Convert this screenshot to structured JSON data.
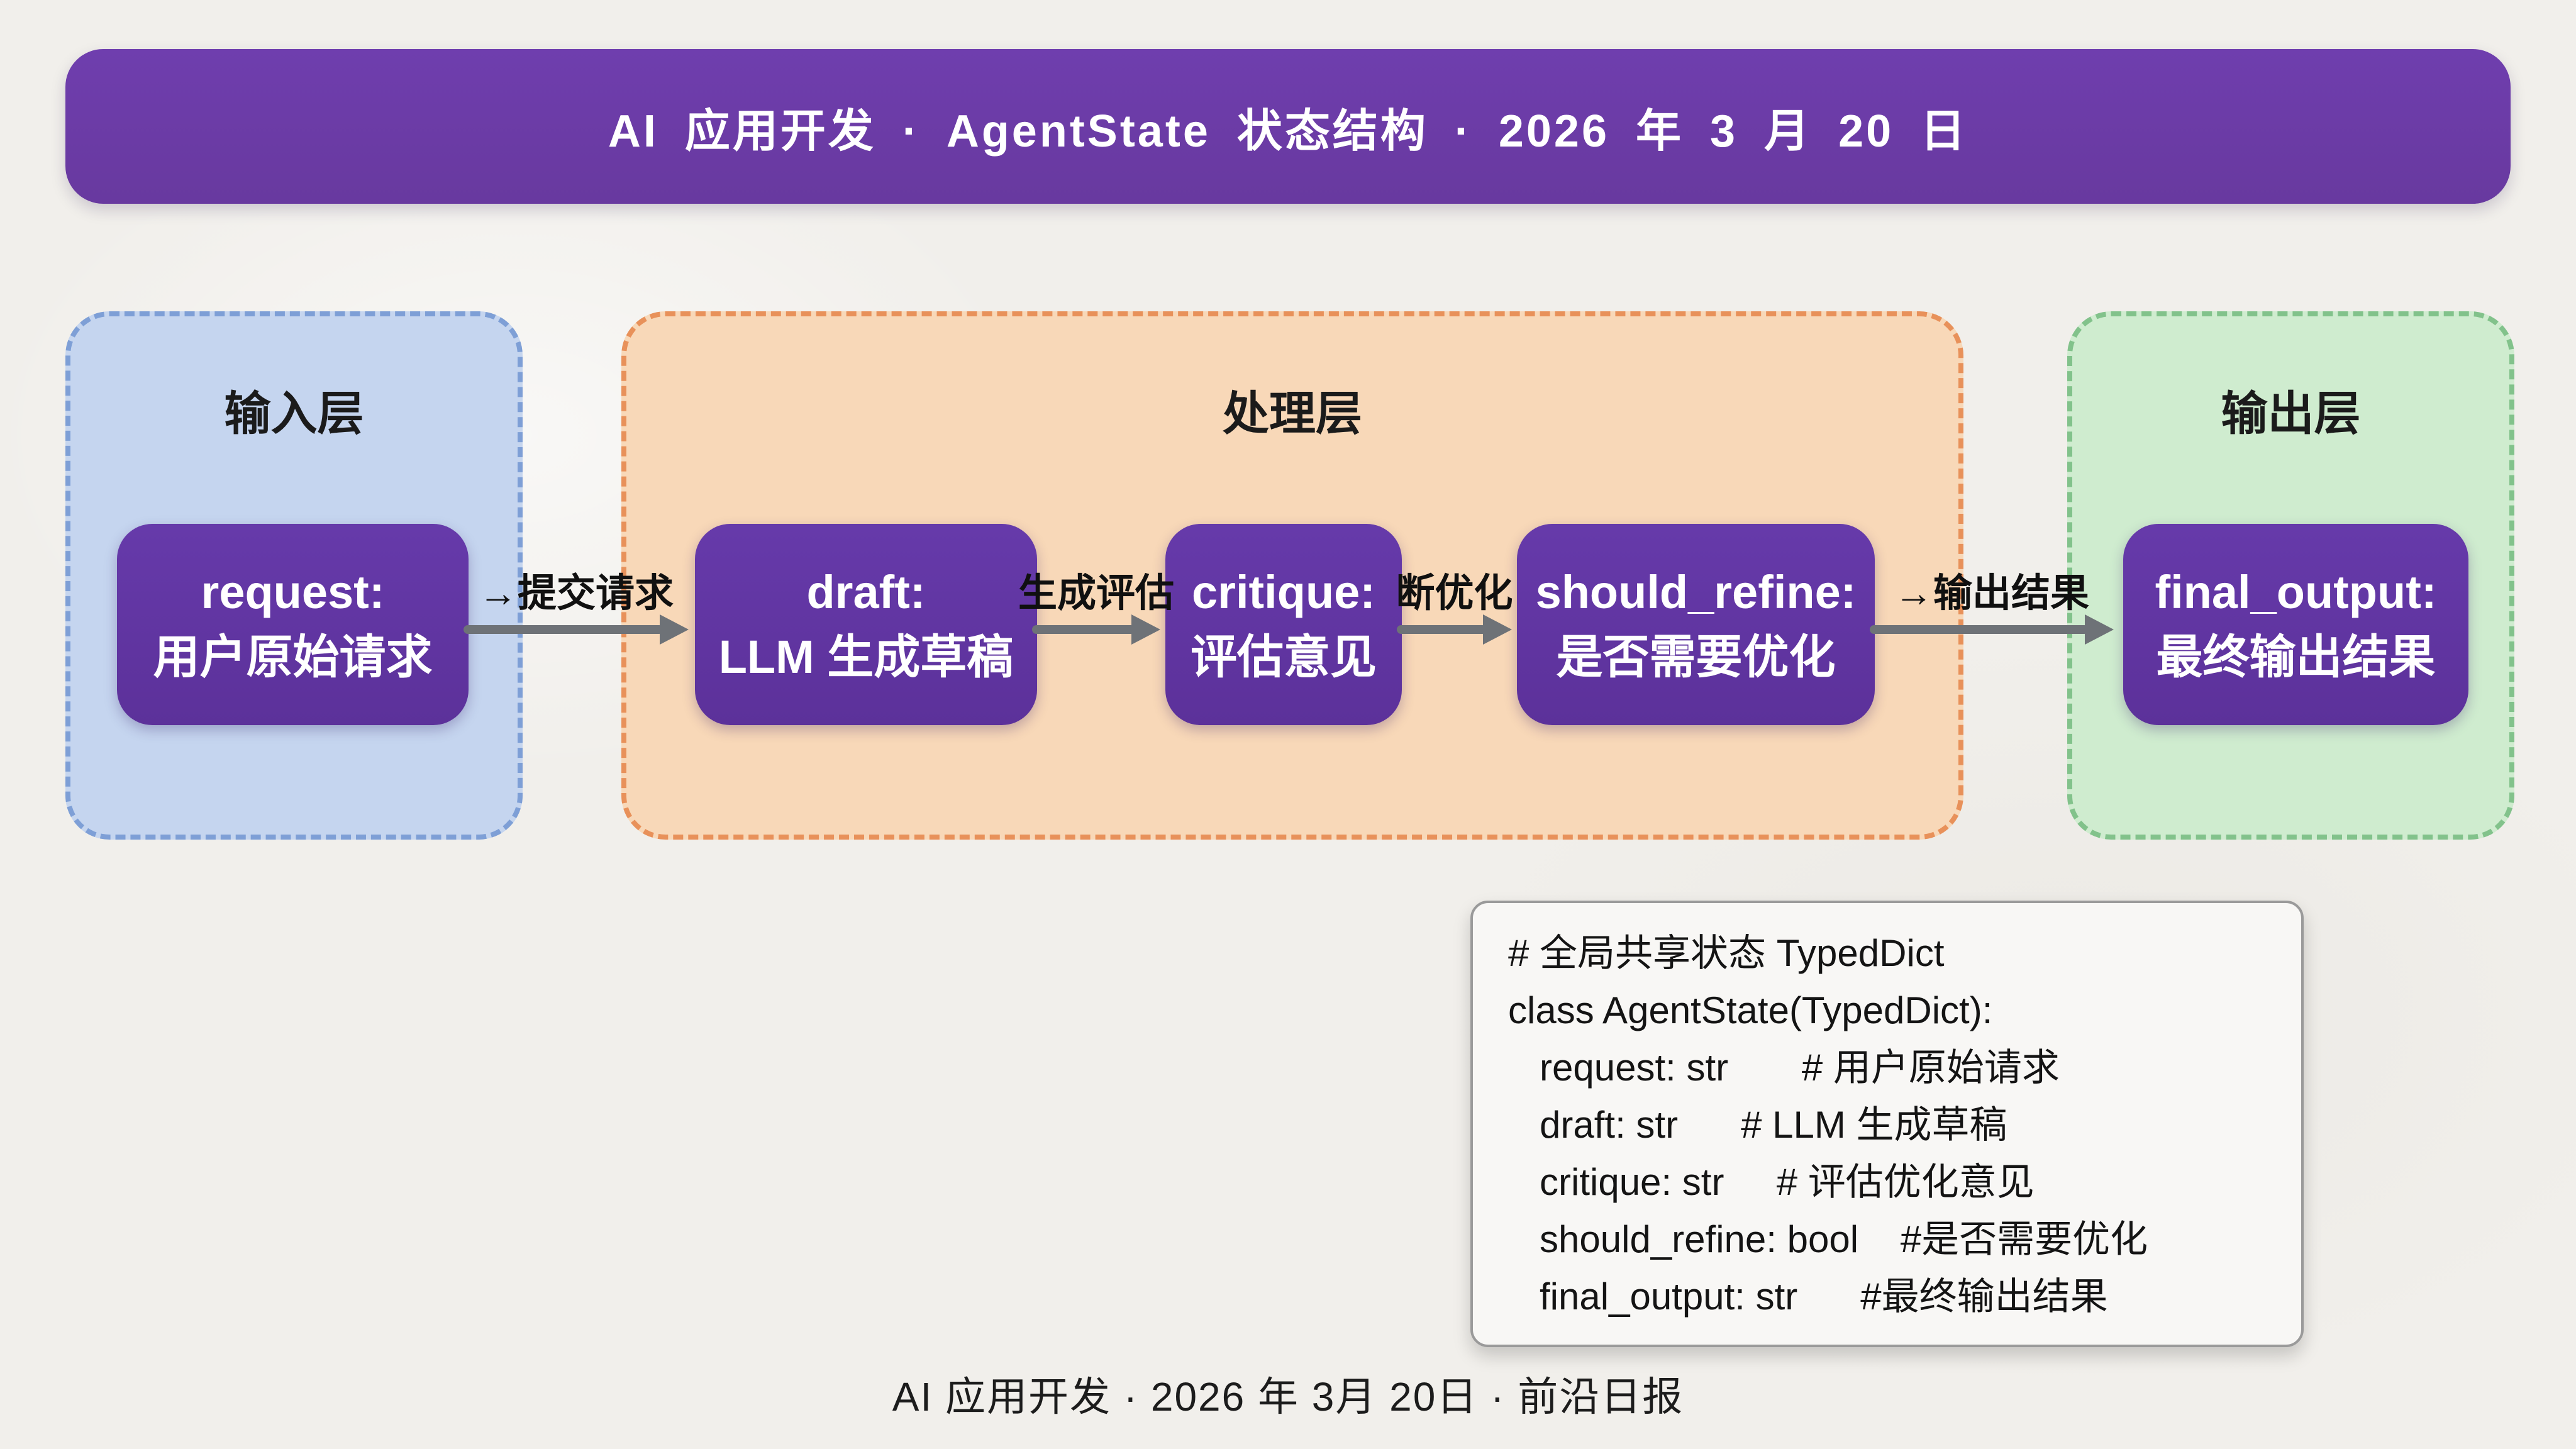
{
  "banner": {
    "title": "AI 应用开发 · AgentState 状态结构 · 2026 年 3 月 20 日"
  },
  "layers": {
    "input": {
      "title": "输入层"
    },
    "process": {
      "title": "处理层"
    },
    "output": {
      "title": "输出层"
    }
  },
  "nodes": {
    "request": {
      "name": "request:",
      "desc": "用户原始请求"
    },
    "draft": {
      "name": "draft:",
      "desc": "LLM 生成草稿"
    },
    "critique": {
      "name": "critique:",
      "desc": "评估意见"
    },
    "should_refine": {
      "name": "should_refine:",
      "desc": "是否需要优化"
    },
    "final_output": {
      "name": "final_output:",
      "desc": "最终输出结果"
    }
  },
  "arrows": {
    "submit": {
      "label": "→提交请求"
    },
    "generate": {
      "label": "生成评估"
    },
    "judge": {
      "label": "断优化"
    },
    "output": {
      "label": "→输出结果"
    }
  },
  "code": {
    "lines": [
      "# 全局共享状态 TypedDict",
      "class AgentState(TypedDict):",
      "   request: str       # 用户原始请求",
      "   draft: str      # LLM 生成草稿",
      "   critique: str     # 评估优化意见",
      "   should_refine: bool    #是否需要优化",
      "   final_output: str      #最终输出结果"
    ]
  },
  "footer": {
    "text": "AI 应用开发 · 2026 年 3月 20日 · 前沿日报"
  },
  "colors": {
    "banner_purple": "#68399f",
    "node_purple": "#5c319a",
    "input_fill": "#c5d5ef",
    "input_border": "#7e9fd6",
    "process_fill": "#f8d8b8",
    "process_border": "#e8915a",
    "output_fill": "#cfeccf",
    "output_border": "#82c28b",
    "arrow_gray": "#6e7277",
    "background": "#f1efeb",
    "text_dark": "#141414"
  }
}
